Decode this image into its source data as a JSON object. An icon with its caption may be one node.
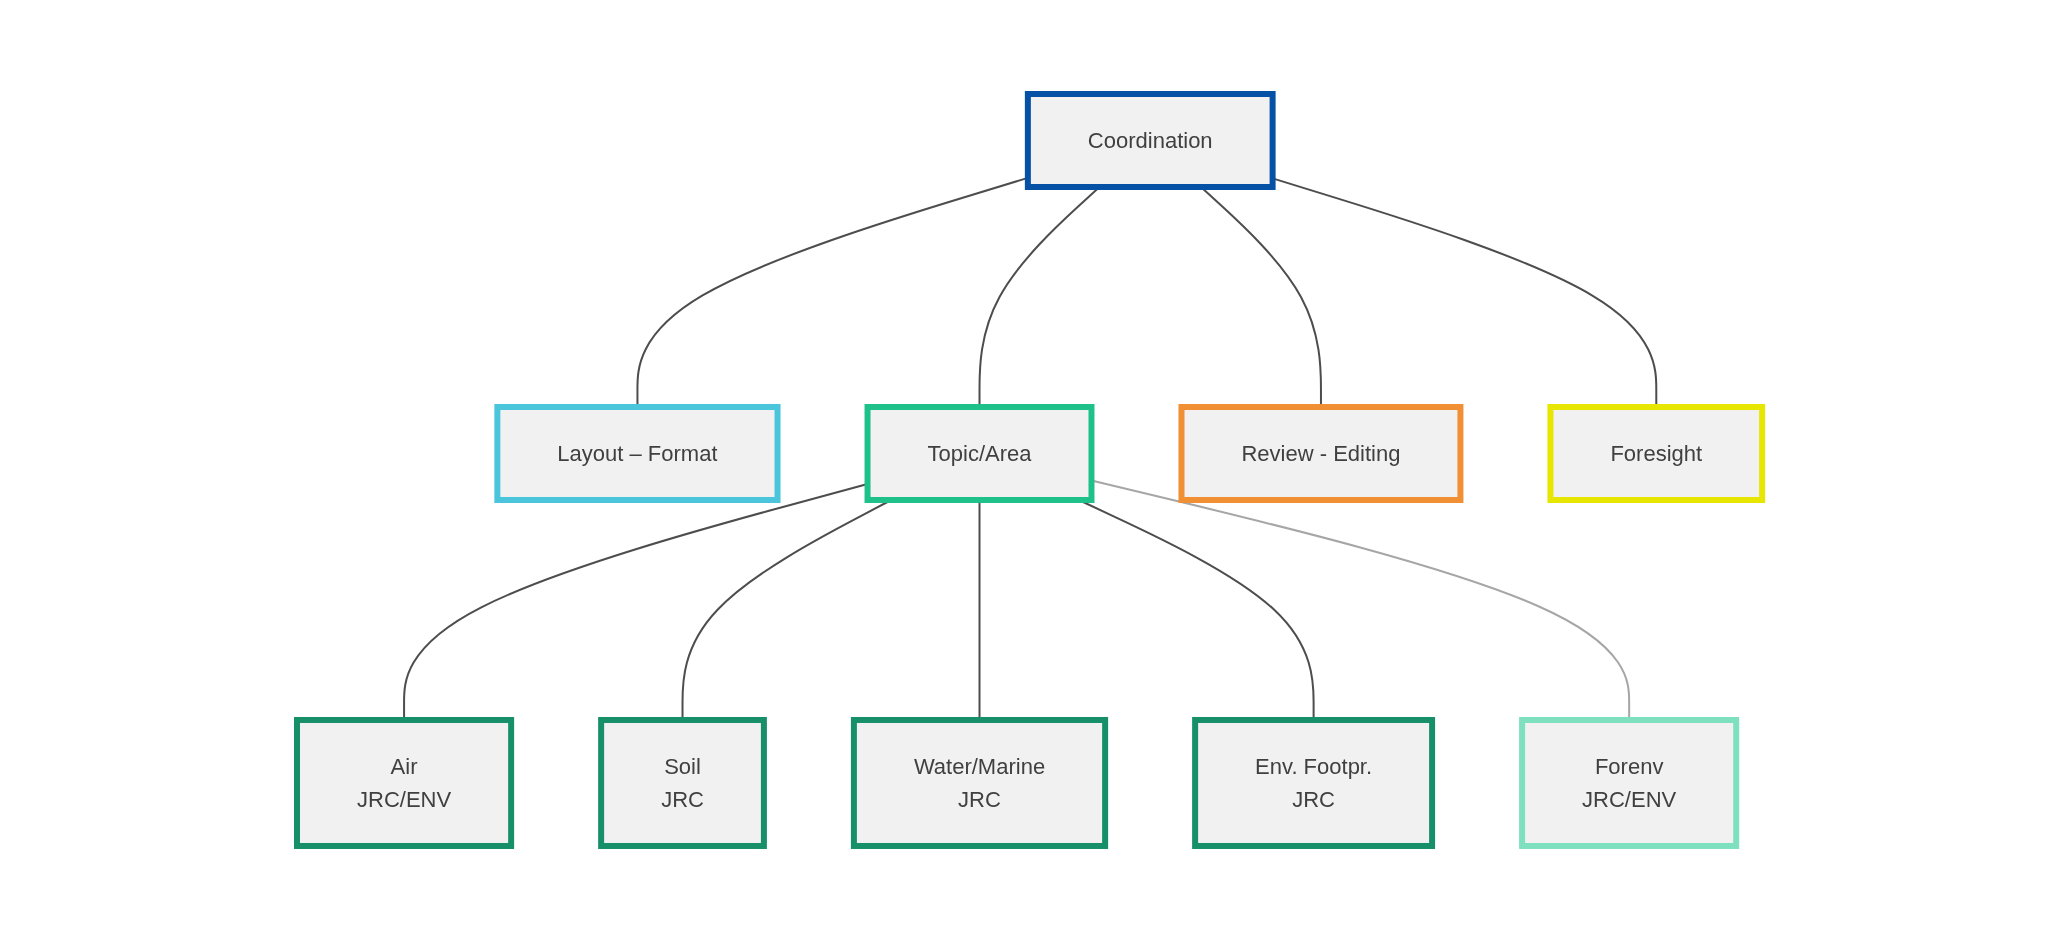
{
  "diagram": {
    "nodes": [
      {
        "text": [
          "Coordination"
        ]
      },
      {
        "text": [
          "Layout – Format"
        ]
      },
      {
        "text": [
          "Topic/Area"
        ]
      },
      {
        "text": [
          "Review - Editing"
        ]
      },
      {
        "text": [
          "Foresight"
        ]
      },
      {
        "text": [
          "Air",
          "JRC/ENV"
        ]
      },
      {
        "text": [
          "Soil",
          "JRC"
        ]
      },
      {
        "text": [
          "Water/Marine",
          "JRC"
        ]
      },
      {
        "text": [
          "Env. Footpr.",
          "JRC"
        ]
      },
      {
        "text": [
          "Forenv",
          "JRC/ENV"
        ]
      }
    ],
    "edges": [
      {
        "from": 0,
        "to": 1,
        "arrow": "none"
      },
      {
        "from": 0,
        "to": 2,
        "arrow": "none"
      },
      {
        "from": 0,
        "to": 3,
        "arrow": "none"
      },
      {
        "from": 0,
        "to": 4,
        "arrow": "none"
      },
      {
        "from": 2,
        "to": 5,
        "arrow": "none"
      },
      {
        "from": 2,
        "to": 6,
        "arrow": "none"
      },
      {
        "from": 2,
        "to": 7,
        "arrow": "none"
      },
      {
        "from": 2,
        "to": 8,
        "arrow": "none"
      },
      {
        "from": 2,
        "to": 9,
        "arrow": "none",
        "color": "#a6a6a6"
      }
    ]
  }
}
